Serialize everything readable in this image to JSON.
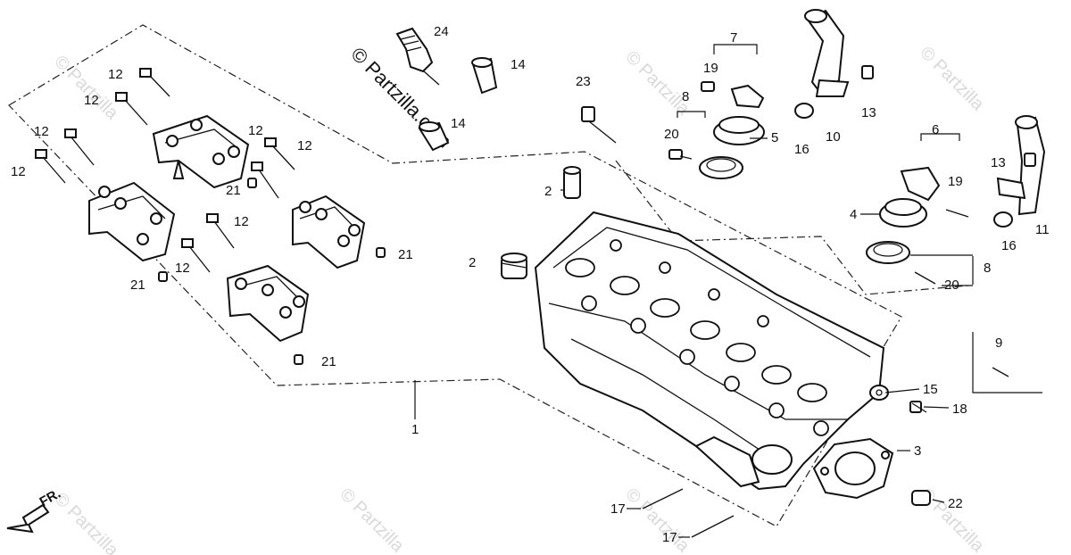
{
  "watermark": {
    "main": "© Partzilla.com",
    "repeat": "© Partzilla"
  },
  "front_marker": "FR.",
  "callouts": [
    {
      "id": "c24",
      "label": "24"
    },
    {
      "id": "c14a",
      "label": "14"
    },
    {
      "id": "c14b",
      "label": "14"
    },
    {
      "id": "c7",
      "label": "7"
    },
    {
      "id": "c19a",
      "label": "19"
    },
    {
      "id": "c8a",
      "label": "8"
    },
    {
      "id": "c5",
      "label": "5"
    },
    {
      "id": "c20a",
      "label": "20"
    },
    {
      "id": "c23",
      "label": "23"
    },
    {
      "id": "c16a",
      "label": "16"
    },
    {
      "id": "c10",
      "label": "10"
    },
    {
      "id": "c13a",
      "label": "13"
    },
    {
      "id": "c6",
      "label": "6"
    },
    {
      "id": "c13b",
      "label": "13"
    },
    {
      "id": "c19b",
      "label": "19"
    },
    {
      "id": "c4",
      "label": "4"
    },
    {
      "id": "c16b",
      "label": "16"
    },
    {
      "id": "c11",
      "label": "11"
    },
    {
      "id": "c8b",
      "label": "8"
    },
    {
      "id": "c20b",
      "label": "20"
    },
    {
      "id": "c9",
      "label": "9"
    },
    {
      "id": "c2a",
      "label": "2"
    },
    {
      "id": "c2b",
      "label": "2"
    },
    {
      "id": "c15",
      "label": "15"
    },
    {
      "id": "c18",
      "label": "18"
    },
    {
      "id": "c3",
      "label": "3"
    },
    {
      "id": "c22",
      "label": "22"
    },
    {
      "id": "c17a",
      "label": "17"
    },
    {
      "id": "c17b",
      "label": "17"
    },
    {
      "id": "c1",
      "label": "1"
    },
    {
      "id": "c12a",
      "label": "12"
    },
    {
      "id": "c12b",
      "label": "12"
    },
    {
      "id": "c12c",
      "label": "12"
    },
    {
      "id": "c12d",
      "label": "12"
    },
    {
      "id": "c12e",
      "label": "12"
    },
    {
      "id": "c12f",
      "label": "12"
    },
    {
      "id": "c12g",
      "label": "12"
    },
    {
      "id": "c12h",
      "label": "12"
    },
    {
      "id": "c21a",
      "label": "21"
    },
    {
      "id": "c21b",
      "label": "21"
    },
    {
      "id": "c21c",
      "label": "21"
    },
    {
      "id": "c21d",
      "label": "21"
    }
  ]
}
